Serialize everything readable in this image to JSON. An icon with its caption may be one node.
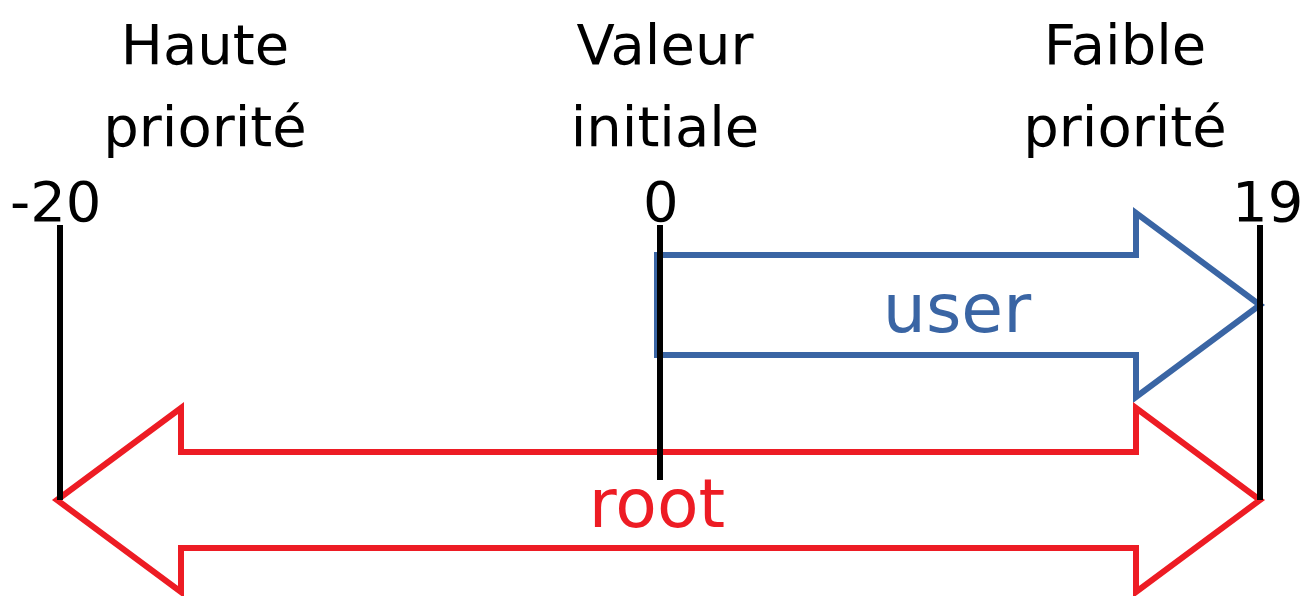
{
  "diagram": {
    "nodes": [
      {
        "text": [],
        "shape": "bar",
        "beside": [
          "Haute priorité",
          "-20"
        ]
      },
      {
        "text": [],
        "shape": "bar",
        "beside": [
          "Valeur initiale",
          "0"
        ]
      },
      {
        "text": [],
        "shape": "bar",
        "beside": [
          "Faible priorité",
          "19"
        ]
      }
    ],
    "edges": [
      {
        "from": 1,
        "to": 2,
        "arrow": "to",
        "label": "user",
        "style": "thick",
        "color": "#3a65a4"
      },
      {
        "from": 0,
        "to": 2,
        "arrow": "both",
        "label": "root",
        "style": "thick",
        "color": "#ed1c24"
      }
    ]
  }
}
